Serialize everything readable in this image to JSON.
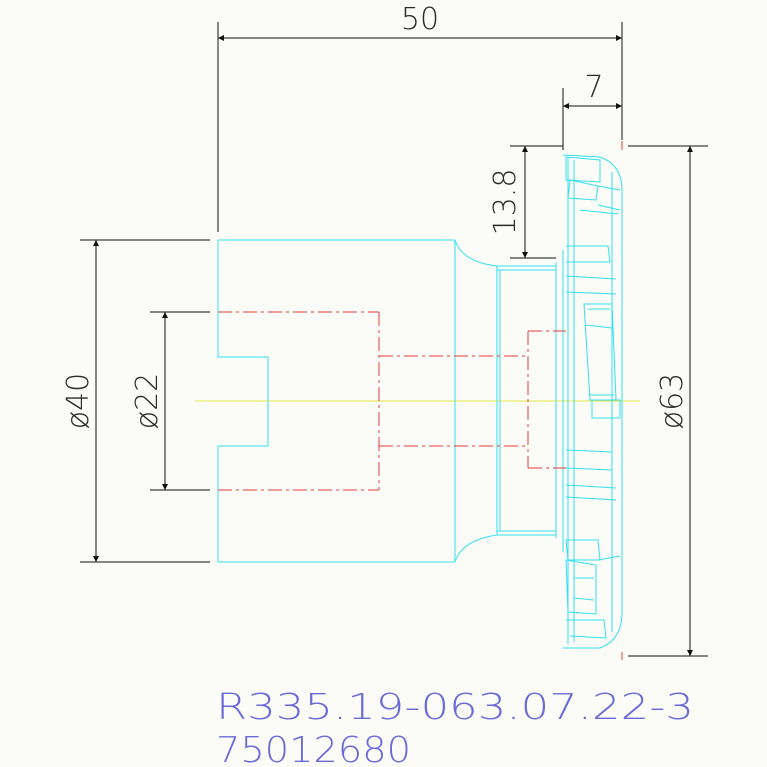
{
  "dimensions": {
    "overall_length": "50",
    "insert_width": "7",
    "height_13_8": "13.8",
    "dia_40": "ø40",
    "dia_22": "ø22",
    "dia_63": "ø63"
  },
  "part": {
    "code": "R335.19-063.07.22-3",
    "number": "75012680"
  },
  "colors": {
    "outline": "#33e0ee",
    "hidden": "#e53b3b",
    "centerline": "#e8e44a",
    "dimension": "#111111",
    "text_dim": "#2b2b2b",
    "text_part": "#6a6ad8",
    "background": "#fbfcf8"
  }
}
